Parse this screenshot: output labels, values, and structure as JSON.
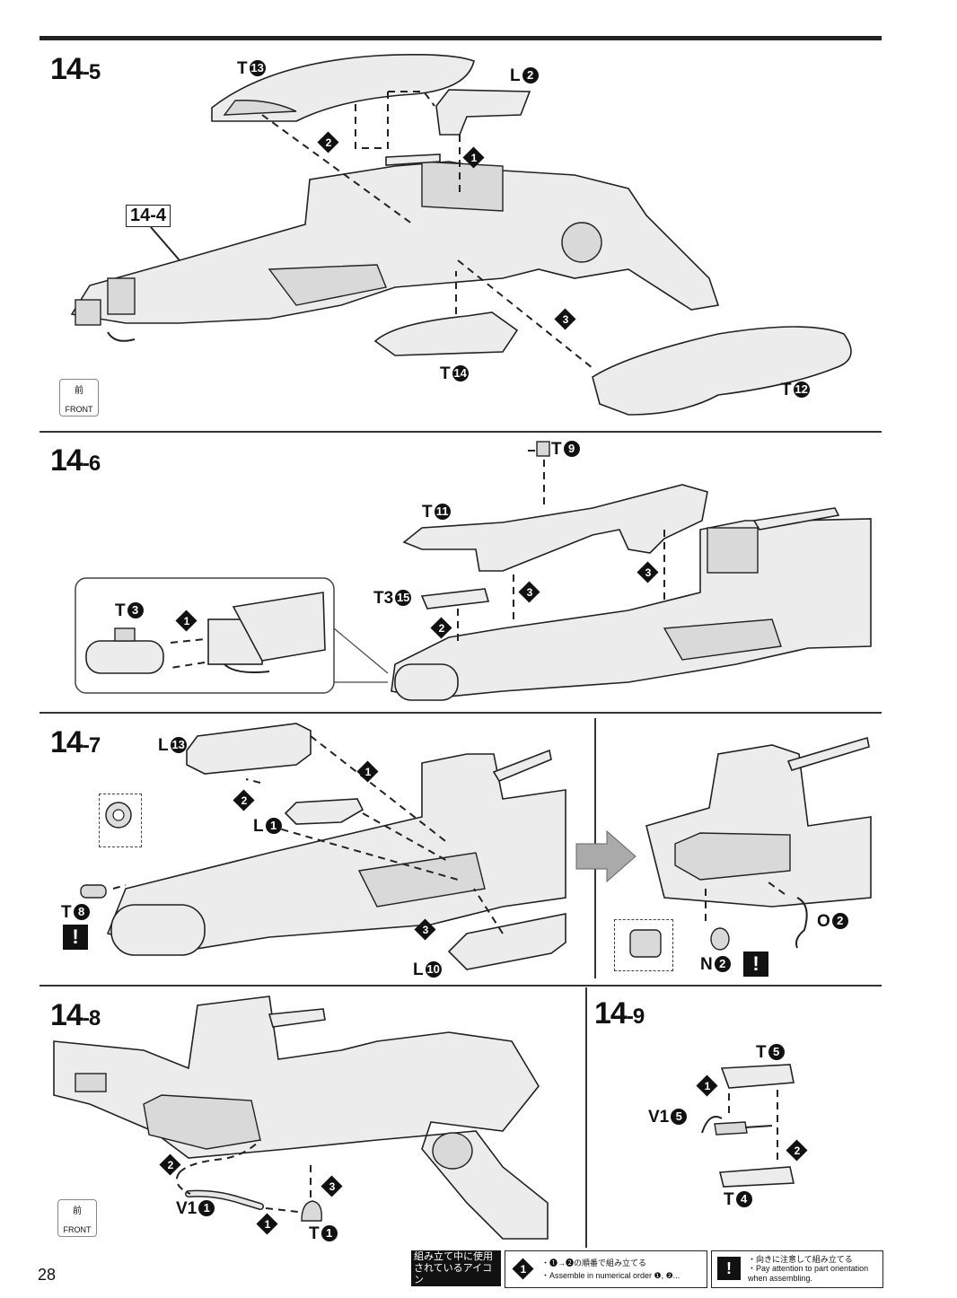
{
  "page_number": "28",
  "steps": {
    "s5": {
      "major": "14",
      "minor": "-5"
    },
    "s6": {
      "major": "14",
      "minor": "-6"
    },
    "s7": {
      "major": "14",
      "minor": "-7"
    },
    "s8": {
      "major": "14",
      "minor": "-8"
    },
    "s9": {
      "major": "14",
      "minor": "-9"
    }
  },
  "ref_box": "14-4",
  "labels": {
    "s5": [
      {
        "text": "T",
        "num": "13"
      },
      {
        "text": "L",
        "num": "2"
      },
      {
        "text": "T",
        "num": "14"
      },
      {
        "text": "T",
        "num": "12"
      }
    ],
    "s6": [
      {
        "text": "T",
        "num": "9"
      },
      {
        "text": "T",
        "num": "11"
      },
      {
        "text": "T3",
        "num": "15"
      },
      {
        "text": "T",
        "num": "3"
      }
    ],
    "s7": [
      {
        "text": "L",
        "num": "13"
      },
      {
        "text": "L",
        "num": "1"
      },
      {
        "text": "T",
        "num": "8"
      },
      {
        "text": "L",
        "num": "10"
      },
      {
        "text": "O",
        "num": "2"
      },
      {
        "text": "N",
        "num": "2"
      }
    ],
    "s8": [
      {
        "text": "V1",
        "num": "1"
      },
      {
        "text": "T",
        "num": "1"
      }
    ],
    "s9": [
      {
        "text": "T",
        "num": "5"
      },
      {
        "text": "V1",
        "num": "5"
      },
      {
        "text": "T",
        "num": "4"
      }
    ]
  },
  "order_marks": {
    "one": "1",
    "two": "2",
    "three": "3"
  },
  "warning_mark": "!",
  "front_icon": {
    "jp": "前",
    "en": "FRONT"
  },
  "legend": {
    "title_jp": "組み立て中に使用されているアイコン",
    "title_en": "Symbols used in instructions",
    "order_jp": "・❶→❷の順番で組み立てる",
    "order_en": "・Assemble in numerical order ❶, ❷...",
    "attn_jp": "・向きに注意して組み立てる",
    "attn_en": "・Pay attention to part orientation when assembling."
  }
}
